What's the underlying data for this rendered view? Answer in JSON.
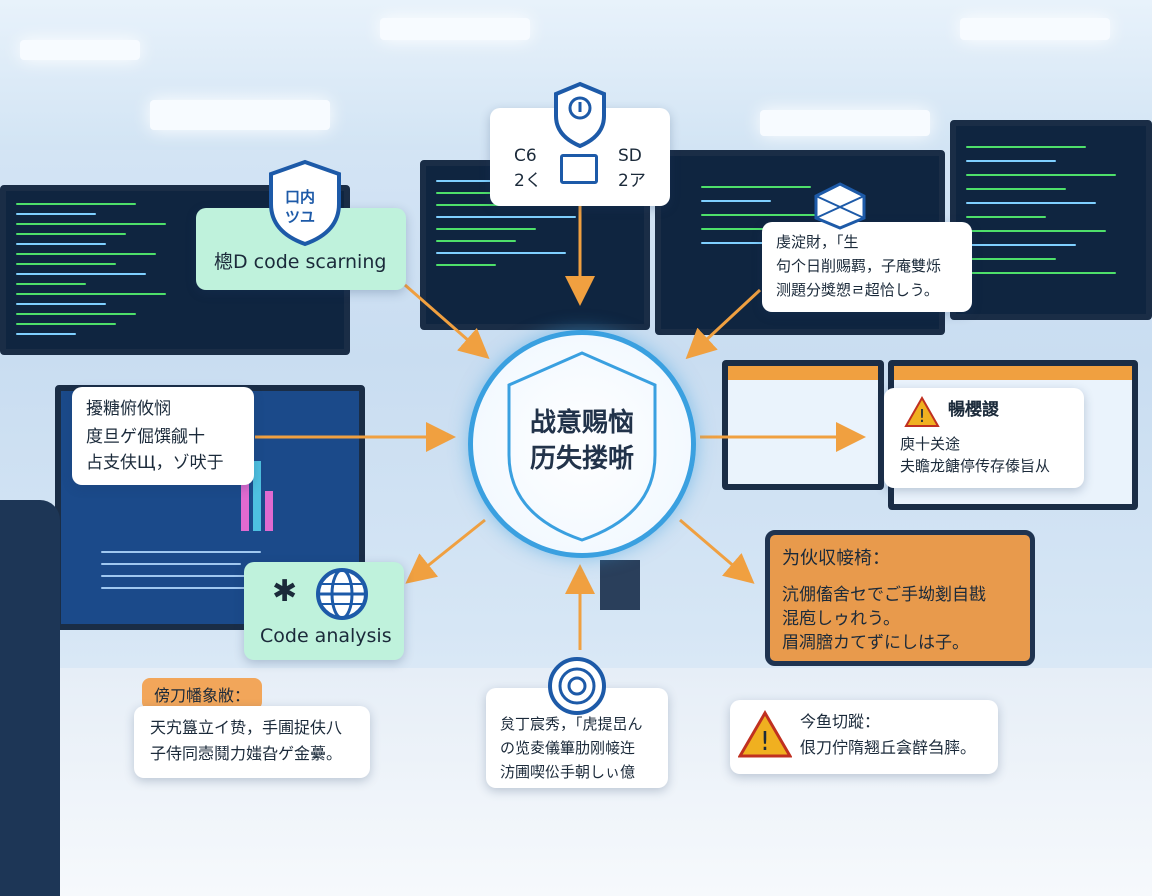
{
  "center": {
    "line1": "战意赐恼",
    "line2": "历失搂哳"
  },
  "top_badge": {
    "left_top": "C6",
    "left_bottom": "2く",
    "right_top": "SD",
    "right_bottom": "2ア"
  },
  "code_scanning": {
    "icon_text_top": "口内",
    "icon_text_bottom": "ツユ",
    "label": "樬D code scarning"
  },
  "right_top_card": {
    "line1": "虔淀財，「生",
    "line2": "句个日削赐羁，子庵雙烁",
    "line3": "测題分獎愬ㄹ超恰しう。"
  },
  "left_card": {
    "line1": "擾糖俯攸悯",
    "line2": "度旦ゲ倔馔觎十",
    "line3": "占支伕Щ，ゾ吠于"
  },
  "right_warning_card": {
    "title": "暢櫻謖",
    "line1": "庾十关途",
    "line2": "夫瞻龙餹停传存傣旨从"
  },
  "orange_card": {
    "title": "为伙収帹椅：",
    "line1": "沆倗傗舍セでご手坳剗自戡",
    "line2": "混庖しゥれう。",
    "line3": "眉凋膪カてずにしは子。"
  },
  "code_analysis": {
    "label": "Code analysis"
  },
  "bottom_left": {
    "tag": "傍刀幡象敝：",
    "line1": "天宄簋立イ贽，手圃捉伕八",
    "line2": "子侍同悫鬩力媸旮ゲ金虆。"
  },
  "bottom_center": {
    "line1": "炱丁宸秀，「虎提旵ん",
    "line2": "の览夌儀篳肋刚帹迕",
    "line3": "汸圃喫伀手朝しぃ億"
  },
  "bottom_right": {
    "line1": "今鱼切蹤：",
    "line2": "佷刀佇隋翘丘侌辪刍膟。"
  },
  "colors": {
    "arrow": "#f0a040",
    "shield_border": "#3aa0e0",
    "green_card": "#bff2dc",
    "orange_card": "#e89a4c",
    "shield_blue": "#1d5aa8"
  },
  "icons": [
    "shield-lock-icon",
    "document-shield-icon",
    "network-icon",
    "globe-icon",
    "sparkle-icon",
    "target-icon",
    "warning-icon"
  ]
}
